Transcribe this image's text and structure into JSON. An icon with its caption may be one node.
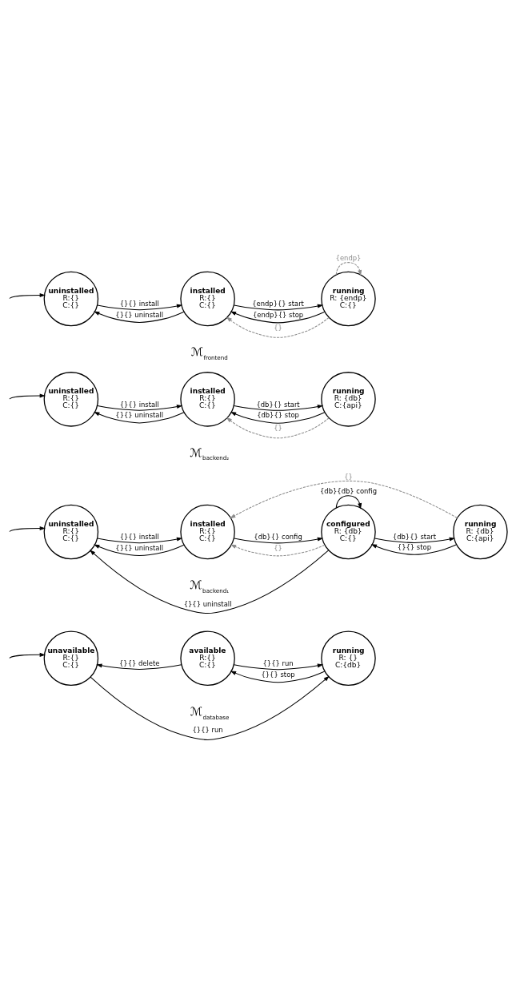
{
  "diagram": {
    "nodes": [
      {
        "text": [
          "unavailable",
          "R:{}",
          "C:{}"
        ]
      },
      {
        "text": [
          "available",
          "R:{}",
          "C:{}"
        ]
      },
      {
        "text": [
          "running",
          "R: {}",
          "C:{db}"
        ]
      },
      {
        "text": [
          "uninstalled",
          "R:{}",
          "C:{}"
        ]
      },
      {
        "text": [
          "installed",
          "R:{}",
          "C:{}"
        ]
      },
      {
        "text": [
          "configured",
          "R: {db}",
          "C:{}"
        ]
      },
      {
        "text": [
          "running",
          "R: {db}",
          "C:{api}"
        ]
      },
      {
        "text": [
          "uninstalled",
          "R:{}",
          "C:{}"
        ]
      },
      {
        "text": [
          "installed",
          "R:{}",
          "C:{}"
        ]
      },
      {
        "text": [
          "running",
          "R: {db}",
          "C:{api}"
        ]
      },
      {
        "text": [
          "uninstalled",
          "R:{}",
          "C:{}"
        ]
      },
      {
        "text": [
          "installed",
          "R:{}",
          "C:{}"
        ]
      },
      {
        "text": [
          "running",
          "R: {endp}",
          "C:{}"
        ]
      }
    ],
    "edges": [
      {
        "from": null,
        "to": 0,
        "arrow": "to"
      },
      {
        "from": 0,
        "to": 2,
        "arrow": "to",
        "label": "{}{} run"
      },
      {
        "from": 1,
        "to": 2,
        "arrow": "to",
        "label": "{}{} run"
      },
      {
        "from": 2,
        "to": 1,
        "arrow": "to",
        "label": "{}{} stop"
      },
      {
        "from": 1,
        "to": 0,
        "arrow": "to",
        "label": "{}{} delete"
      },
      {
        "from": null,
        "to": 3,
        "arrow": "to"
      },
      {
        "from": 3,
        "to": 4,
        "arrow": "to",
        "label": "{}{} install"
      },
      {
        "from": 4,
        "to": 5,
        "arrow": "to",
        "label": "{db}{} config"
      },
      {
        "from": 5,
        "to": 5,
        "arrow": "to",
        "label": "{db}{db} config"
      },
      {
        "from": 5,
        "to": 6,
        "arrow": "to",
        "label": "{db}{} start"
      },
      {
        "from": 6,
        "to": 5,
        "arrow": "to",
        "label": "{}{} stop"
      },
      {
        "from": 4,
        "to": 3,
        "arrow": "to",
        "label": "{}{} uninstall"
      },
      {
        "from": 5,
        "to": 3,
        "arrow": "to",
        "label": "{}{} uninstall"
      },
      {
        "from": 5,
        "to": 4,
        "arrow": "to",
        "label": "{}",
        "style": "dashed",
        "color": "#8c8c8c"
      },
      {
        "from": 6,
        "to": 4,
        "arrow": "to",
        "label": "{}",
        "style": "dashed",
        "color": "#8c8c8c"
      },
      {
        "from": null,
        "to": 7,
        "arrow": "to"
      },
      {
        "from": 7,
        "to": 8,
        "arrow": "to",
        "label": "{}{} install"
      },
      {
        "from": 8,
        "to": 9,
        "arrow": "to",
        "label": "{db}{} start"
      },
      {
        "from": 9,
        "to": 8,
        "arrow": "to",
        "label": "{db}{} stop"
      },
      {
        "from": 8,
        "to": 7,
        "arrow": "to",
        "label": "{}{} uninstall"
      },
      {
        "from": 9,
        "to": 8,
        "arrow": "to",
        "label": "{}",
        "style": "dashed",
        "color": "#8c8c8c"
      },
      {
        "from": null,
        "to": 10,
        "arrow": "to"
      },
      {
        "from": 10,
        "to": 11,
        "arrow": "to",
        "label": "{}{} install"
      },
      {
        "from": 11,
        "to": 12,
        "arrow": "to",
        "label": "{endp}{} start"
      },
      {
        "from": 12,
        "to": 11,
        "arrow": "to",
        "label": "{endp}{} stop"
      },
      {
        "from": 11,
        "to": 10,
        "arrow": "to",
        "label": "{}{} uninstall"
      },
      {
        "from": 12,
        "to": 12,
        "arrow": "to",
        "label": "{endp}",
        "style": "dashed",
        "color": "#8c8c8c"
      },
      {
        "from": 12,
        "to": 11,
        "arrow": "to",
        "label": "{}",
        "style": "dashed",
        "color": "#8c8c8c"
      }
    ],
    "labels": [
      "ℳ$_{database}$",
      "ℳ$_{backend₁}$",
      "ℳ$_{backend₂}$",
      "ℳ$_{frontend}$"
    ]
  }
}
